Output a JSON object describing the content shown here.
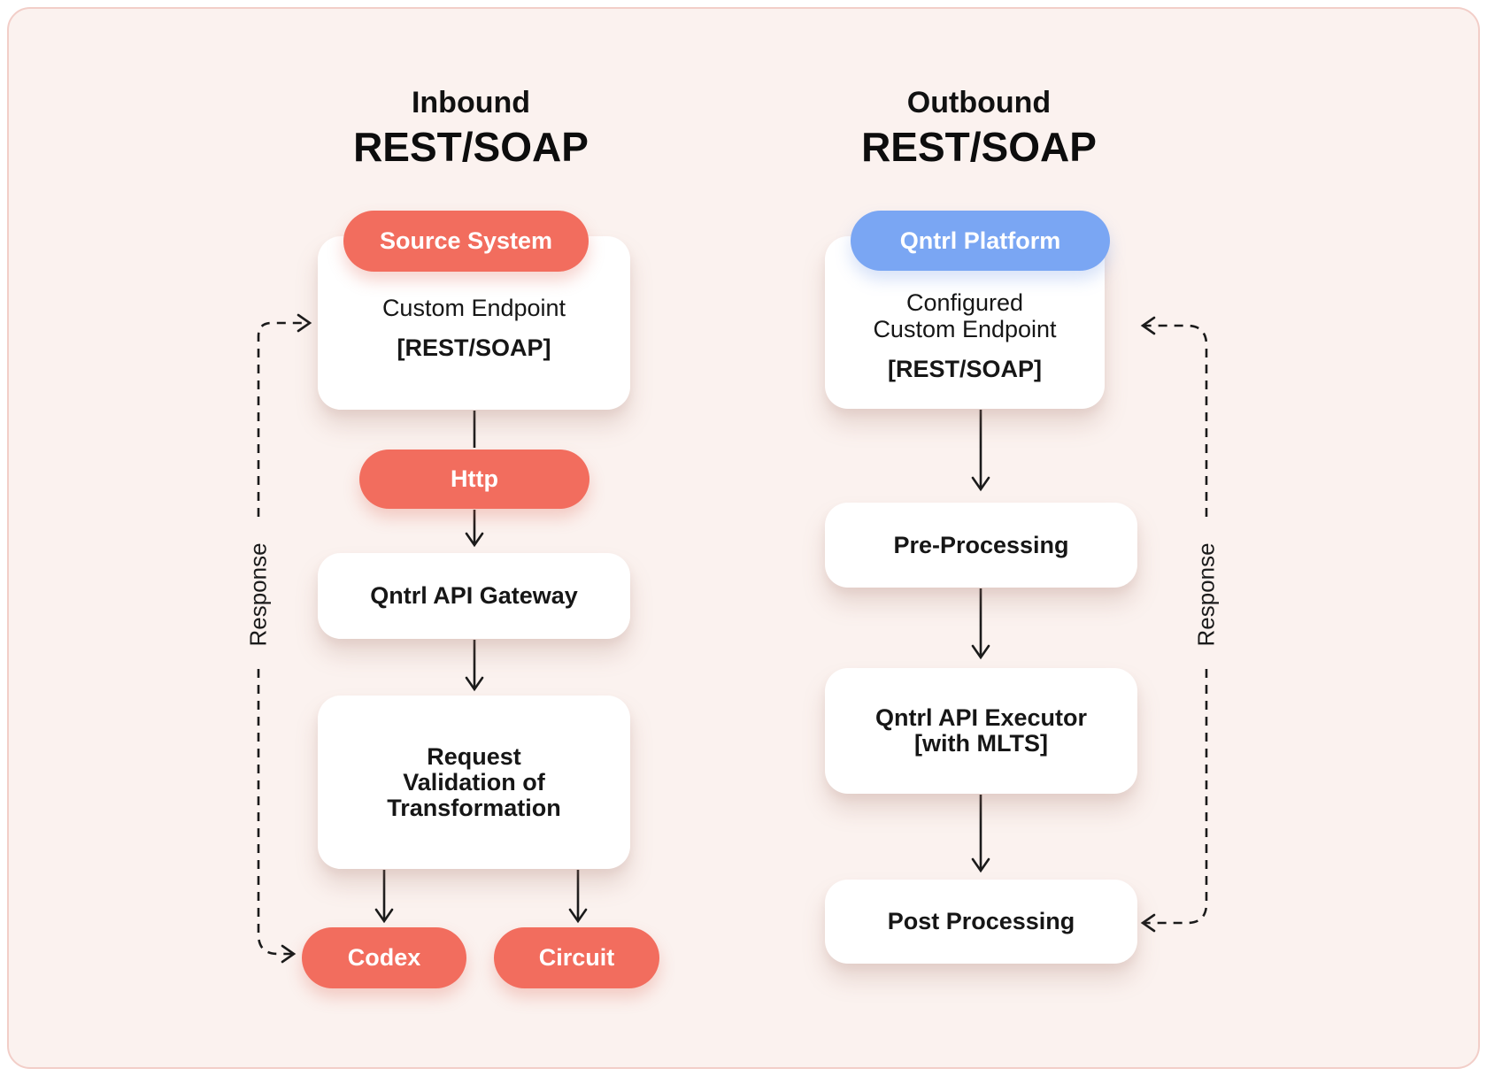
{
  "inbound": {
    "title": "Inbound",
    "subtitle": "REST/SOAP",
    "source_system_pill": "Source System",
    "endpoint_card": {
      "line1": "Custom Endpoint",
      "line2": "[REST/SOAP]"
    },
    "http_pill": "Http",
    "gateway_card": "Qntrl API Gateway",
    "validation_card": {
      "line1": "Request",
      "line2": "Validation of",
      "line3": "Transformation"
    },
    "codex_pill": "Codex",
    "circuit_pill": "Circuit",
    "response_label": "Response"
  },
  "outbound": {
    "title": "Outbound",
    "subtitle": "REST/SOAP",
    "platform_pill": "Qntrl Platform",
    "endpoint_card": {
      "line1": "Configured",
      "line2": "Custom Endpoint",
      "line3": "[REST/SOAP]"
    },
    "preprocessing_card": "Pre-Processing",
    "executor_card": {
      "line1": "Qntrl API Executor",
      "line2": "[with MLTS]"
    },
    "postprocessing_card": "Post Processing",
    "response_label": "Response"
  },
  "colors": {
    "coral_pill": "#F26D5E",
    "blue_pill": "#7AA6F3",
    "background": "#FBF2EF",
    "frame_border": "#F2CEC8",
    "card": "#FFFFFF",
    "text": "#161616",
    "line": "#1B1B1B"
  }
}
